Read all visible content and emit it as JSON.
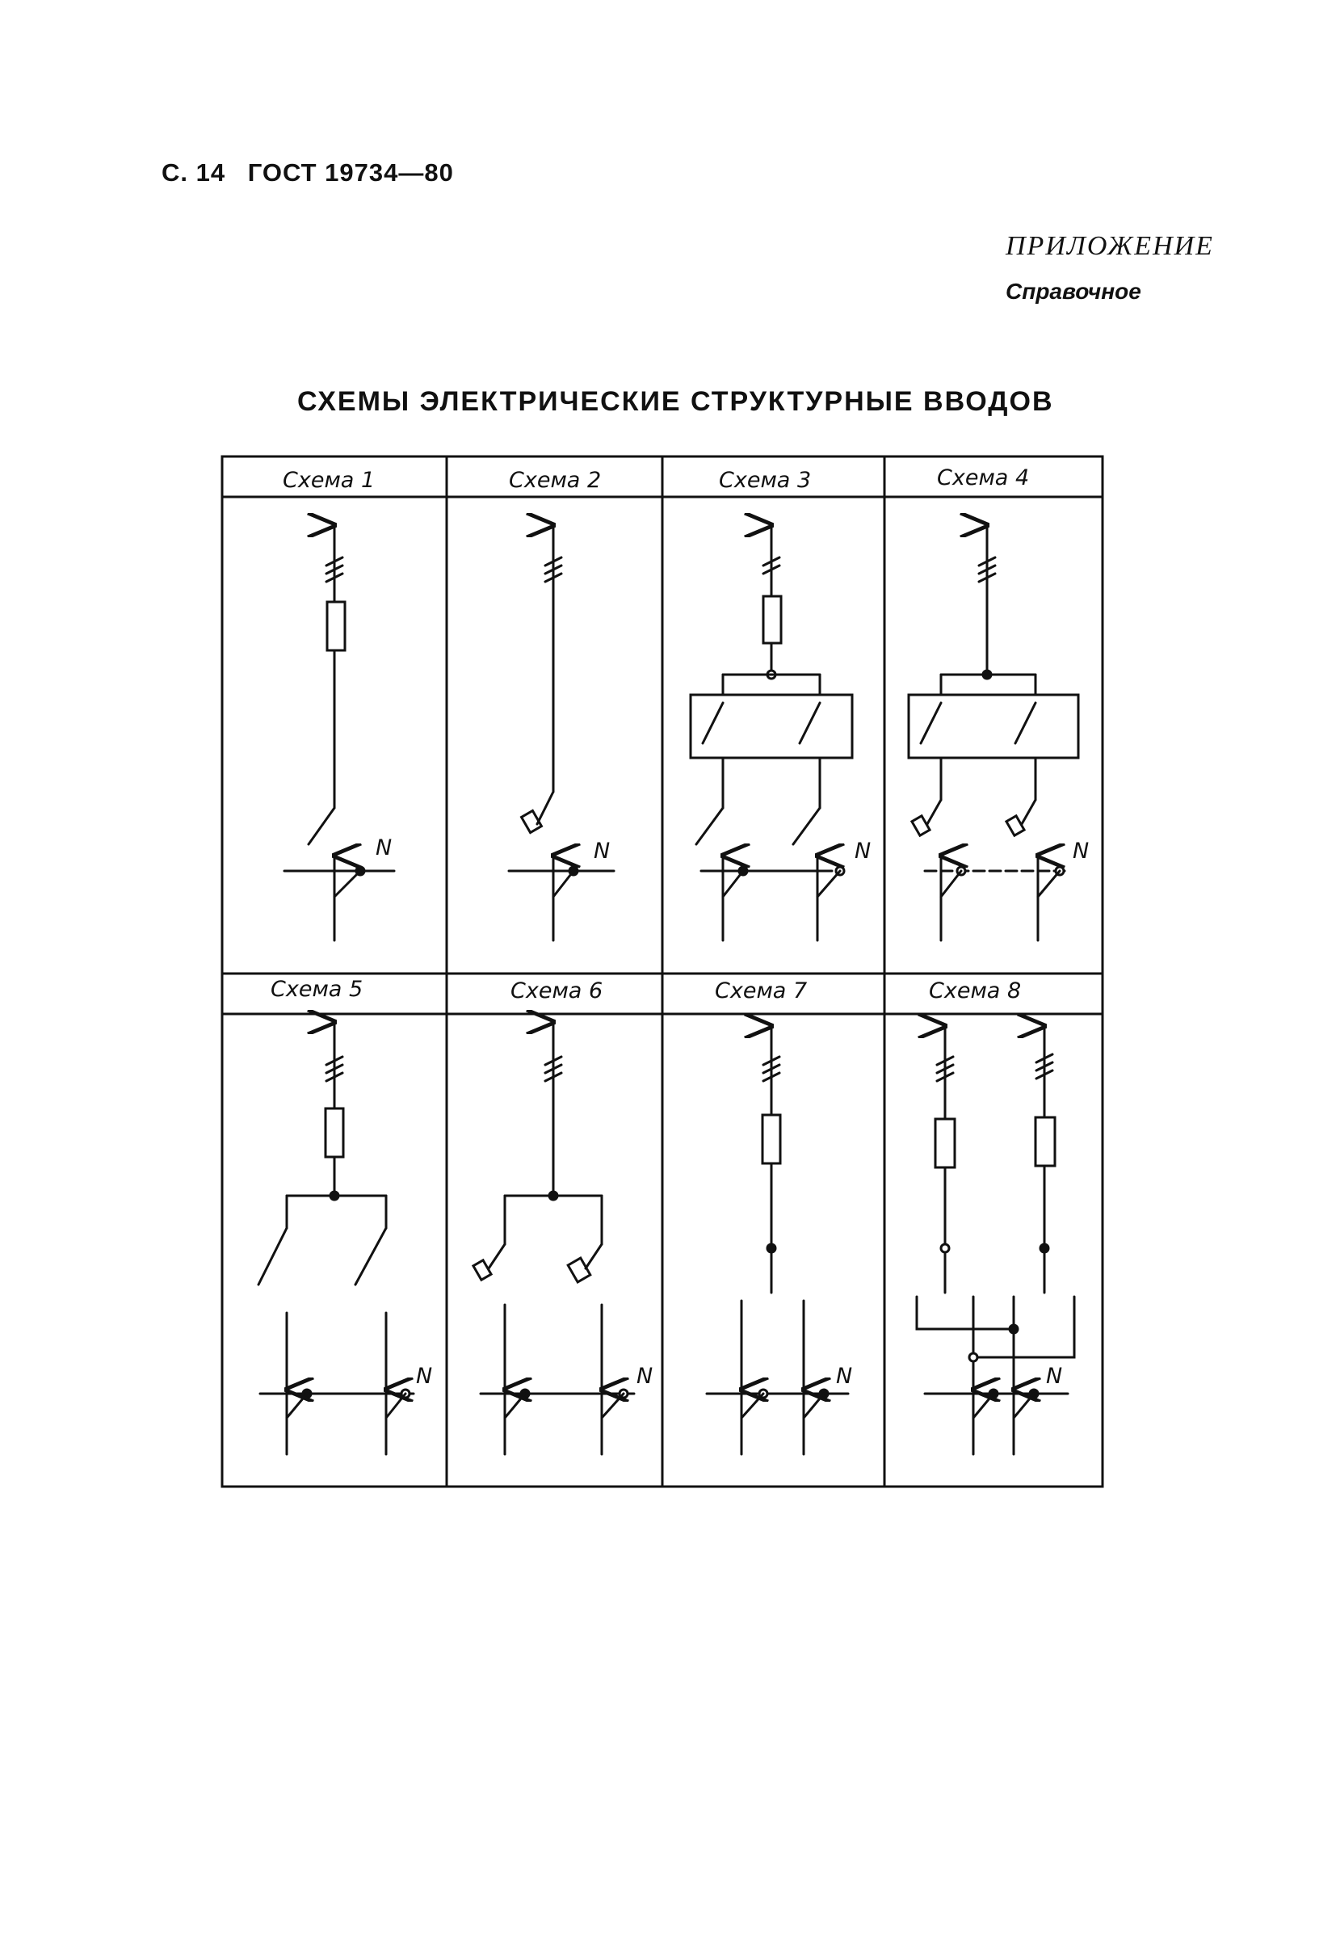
{
  "header": {
    "page": "С. 14",
    "standard": "ГОСТ 19734—80"
  },
  "appendix": {
    "label": "ПРИЛОЖЕНИЕ",
    "note": "Справочное"
  },
  "title": "СХЕМЫ ЭЛЕКТРИЧЕСКИЕ СТРУКТУРНЫЕ ВВОДОВ",
  "schemes": [
    {
      "label": "Схема 1"
    },
    {
      "label": "Схема 2"
    },
    {
      "label": "Схема 3"
    },
    {
      "label": "Схема 4"
    },
    {
      "label": "Схема 5"
    },
    {
      "label": "Схема 6"
    },
    {
      "label": "Схема 7"
    },
    {
      "label": "Схема 8"
    }
  ],
  "neutral_label": "N"
}
